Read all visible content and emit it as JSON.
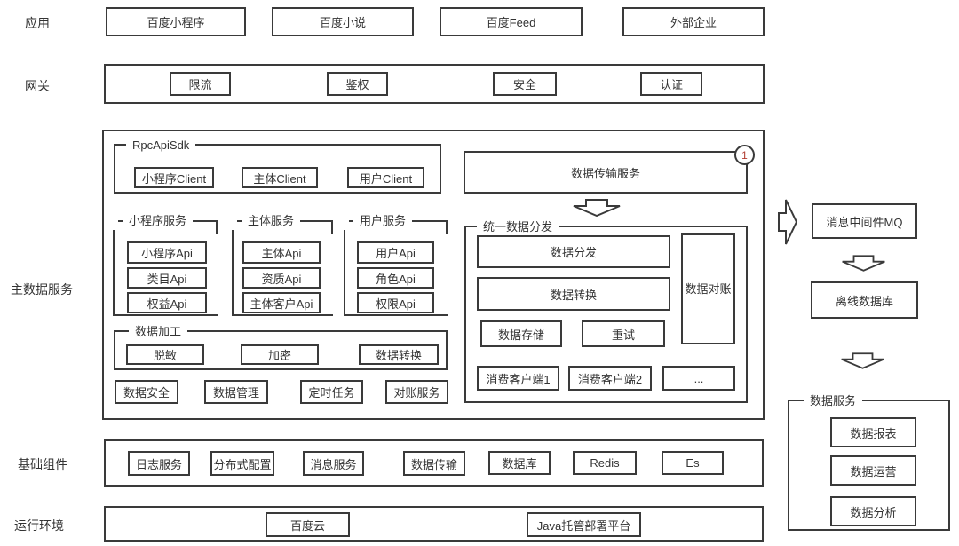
{
  "app": {
    "label": "应用",
    "items": [
      "百度小程序",
      "百度小说",
      "百度Feed",
      "外部企业"
    ]
  },
  "gateway": {
    "label": "网关",
    "items": [
      "限流",
      "鉴权",
      "安全",
      "认证"
    ]
  },
  "main": {
    "label": "主数据服务",
    "rpc": {
      "label": "RpcApiSdk",
      "items": [
        "小程序Client",
        "主体Client",
        "用户Client"
      ]
    },
    "transfer": {
      "label": "数据传输服务",
      "badge": "1"
    },
    "groups": [
      {
        "label": "小程序服务",
        "items": [
          "小程序Api",
          "类目Api",
          "权益Api"
        ]
      },
      {
        "label": "主体服务",
        "items": [
          "主体Api",
          "资质Api",
          "主体客户Api"
        ]
      },
      {
        "label": "用户服务",
        "items": [
          "用户Api",
          "角色Api",
          "权限Api"
        ]
      }
    ],
    "dispatch": {
      "label": "统一数据分发",
      "items": [
        "数据分发",
        "数据转换",
        "数据存储",
        "重试",
        "消费客户端1",
        "消费客户端2",
        "...",
        "数据对账"
      ]
    },
    "processing": {
      "label": "数据加工",
      "items": [
        "脱敏",
        "加密",
        "数据转换"
      ]
    },
    "services": [
      "数据安全",
      "数据管理",
      "定时任务",
      "对账服务"
    ]
  },
  "right": {
    "mq": "消息中间件MQ",
    "offline": "离线数据库",
    "dataservice": {
      "label": "数据服务",
      "items": [
        "数据报表",
        "数据运营",
        "数据分析"
      ]
    }
  },
  "base": {
    "label": "基础组件",
    "items": [
      "日志服务",
      "分布式配置",
      "消息服务",
      "数据传输",
      "数据库",
      "Redis",
      "Es"
    ]
  },
  "runtime": {
    "label": "运行环境",
    "items": [
      "百度云",
      "Java托管部署平台"
    ]
  },
  "colors": {
    "line": "#3a3a3a",
    "text": "#333333",
    "badge": "#b03a2e",
    "bg": "#ffffff"
  }
}
